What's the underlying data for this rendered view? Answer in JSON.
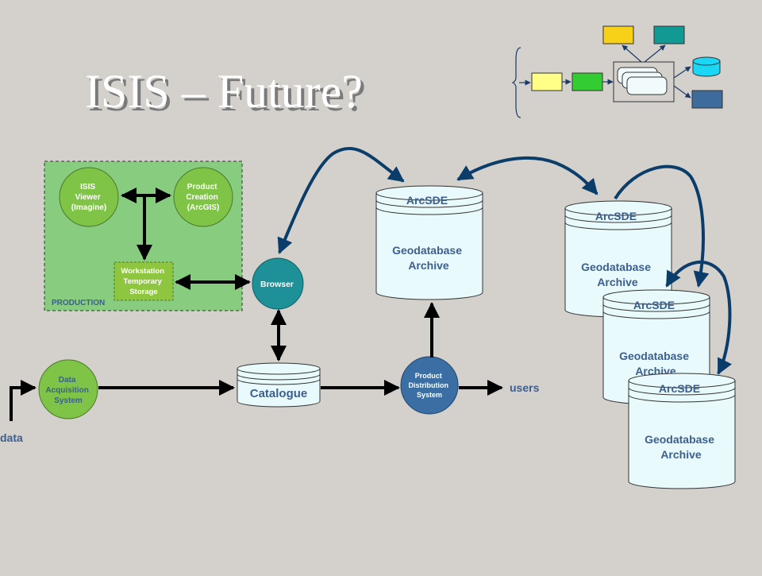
{
  "slide": {
    "title": "ISIS – Future?"
  },
  "production": {
    "label": "PRODUCTION",
    "viewer": [
      "ISIS",
      "Viewer",
      "(Imagine)"
    ],
    "creation": [
      "Product",
      "Creation",
      "(ArcGIS)"
    ],
    "workstation": [
      "Workstation",
      "Temporary",
      "Storage"
    ]
  },
  "nodes": {
    "browser": "Browser",
    "catalogue": "Catalogue",
    "acquisition": [
      "Data",
      "Acquisition",
      "System"
    ],
    "distribution": [
      "Product",
      "Distribution",
      "System"
    ],
    "data": "data",
    "users": "users"
  },
  "archives": [
    {
      "header": "ArcSDE",
      "body": [
        "Geodatabase",
        "Archive"
      ]
    },
    {
      "header": "ArcSDE",
      "body": [
        "Geodatabase",
        "Archive"
      ]
    },
    {
      "header": "ArcSDE",
      "body": [
        "Geodatabase",
        "Archive"
      ]
    },
    {
      "header": "ArcSDE",
      "body": [
        "Geodatabase",
        "Archive"
      ]
    }
  ],
  "colors": {
    "background": "#d4d0cc",
    "production_fill": "#88cc80",
    "circle_green": "#7fc447",
    "workstation_fill": "#8ec63f",
    "browser_fill": "#1e9198",
    "distribution_fill": "#3b6ea2",
    "cylinder_fill": "#e9fafc",
    "arrow_dark": "#0b3d6b",
    "label_blue": "#3d5f8f",
    "thumb_yellow": "#f7d117",
    "thumb_teal": "#119a94",
    "thumb_lightyellow": "#ffff88",
    "thumb_green": "#33cc33",
    "thumb_cyan": "#1ad7f5",
    "thumb_navy": "#3c6b9c"
  }
}
